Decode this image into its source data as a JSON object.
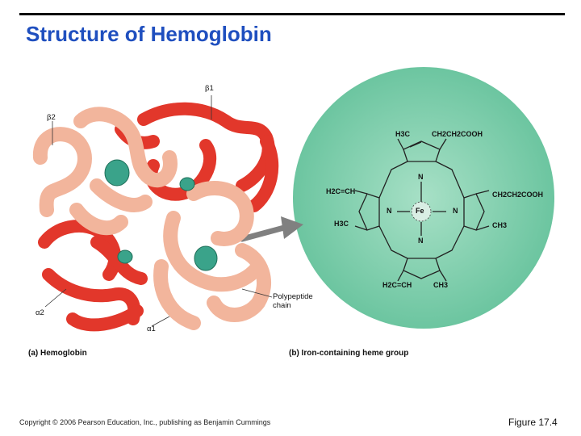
{
  "page": {
    "title": "Structure of Hemoglobin"
  },
  "hemoglobin": {
    "panel_caption": "(a) Hemoglobin",
    "labels": {
      "beta1": "β1",
      "beta2": "β2",
      "alpha1": "α1",
      "alpha2": "α2",
      "polypeptide": "Polypeptide chain"
    },
    "colors": {
      "beta_chain": "#e2372b",
      "alpha_chain": "#f2b59c",
      "heme": "#3aa38a"
    }
  },
  "heme_group": {
    "panel_caption": "(b) Iron-containing heme group",
    "groups": {
      "top_left": "H3C",
      "top_right": "CH2CH2COOH",
      "left_upper": "H2C=CH",
      "right_upper": "CH2CH2COOH",
      "left_lower": "H3C",
      "right_lower": "CH3",
      "bottom_left": "H2C=CH",
      "bottom_right": "CH3"
    },
    "atoms": {
      "n_top": "N",
      "n_left": "N",
      "n_right": "N",
      "n_bottom": "N",
      "fe": "Fe"
    },
    "colors": {
      "circle_fill": "#7fcfae"
    }
  },
  "footer": {
    "copyright": "Copyright © 2006 Pearson Education, Inc., publishing as Benjamin Cummings",
    "figure_number": "Figure 17.4"
  }
}
